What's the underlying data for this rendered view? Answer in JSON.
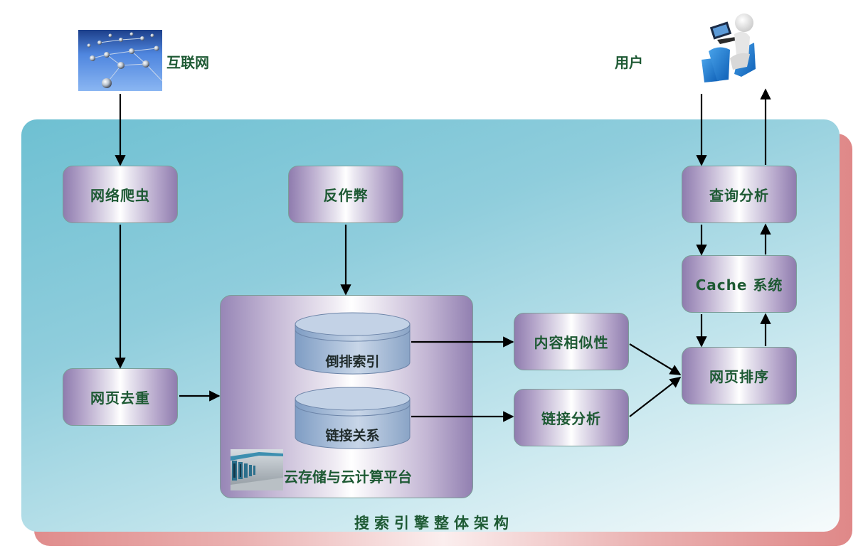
{
  "title": "搜索引擎整体架构",
  "external": {
    "internet": {
      "label": "互联网",
      "icon": "network-icon"
    },
    "user": {
      "label": "用户",
      "icon": "user-at-laptop-icon"
    }
  },
  "nodes": {
    "crawler": "网络爬虫",
    "anti_spam": "反作弊",
    "dedup": "网页去重",
    "content_similarity": "内容相似性",
    "link_analysis": "链接分析",
    "query_analysis": "查询分析",
    "cache": "Cache 系统",
    "ranking": "网页排序"
  },
  "storage": {
    "platform_label": "云存储与云计算平台",
    "platform_icon": "server-room-icon",
    "databases": [
      "倒排索引",
      "链接关系"
    ]
  },
  "edges": [
    {
      "from": "互联网",
      "to": "网络爬虫"
    },
    {
      "from": "网络爬虫",
      "to": "网页去重"
    },
    {
      "from": "网页去重",
      "to": "云存储与云计算平台"
    },
    {
      "from": "反作弊",
      "to": "云存储与云计算平台"
    },
    {
      "from": "倒排索引",
      "to": "内容相似性"
    },
    {
      "from": "链接关系",
      "to": "链接分析"
    },
    {
      "from": "内容相似性",
      "to": "网页排序"
    },
    {
      "from": "链接分析",
      "to": "网页排序"
    },
    {
      "from": "用户",
      "to": "查询分析"
    },
    {
      "from": "查询分析",
      "to": "Cache 系统"
    },
    {
      "from": "Cache 系统",
      "to": "网页排序"
    },
    {
      "from": "网页排序",
      "to": "Cache 系统"
    },
    {
      "from": "Cache 系统",
      "to": "查询分析"
    },
    {
      "from": "查询分析",
      "to": "用户"
    }
  ],
  "colors": {
    "label_green": "#1e5a34",
    "panel_blue": "#6ec0d2",
    "shadow_pink": "#e08c8c",
    "node_purple": "#8f7cae"
  }
}
